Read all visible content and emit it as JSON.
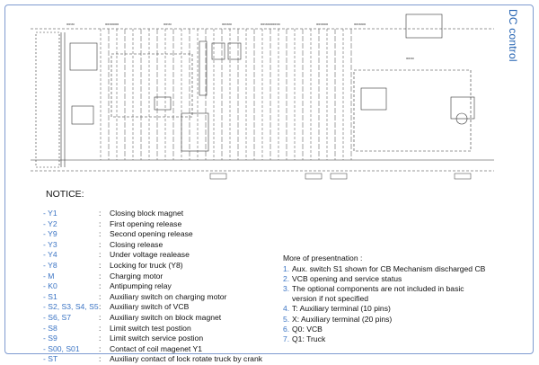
{
  "side_title": "DC control",
  "notice_title": "NOTICE:",
  "legend": [
    {
      "code": "- Y1",
      "desc": "Closing block magnet"
    },
    {
      "code": "- Y2",
      "desc": "First opening release"
    },
    {
      "code": "- Y9",
      "desc": "Second opening release"
    },
    {
      "code": "- Y3",
      "desc": "Closing release"
    },
    {
      "code": "- Y4",
      "desc": "Under voltage realease"
    },
    {
      "code": "- Y8",
      "desc": "Locking for truck (Y8)"
    },
    {
      "code": "- M",
      "desc": "Charging motor"
    },
    {
      "code": "- K0",
      "desc": "Antipumping relay"
    },
    {
      "code": "- S1",
      "desc": "Auxiliary switch on charging motor"
    },
    {
      "code": "- S2, S3, S4, S5",
      "desc": "Auxiliary switch of VCB"
    },
    {
      "code": "- S6, S7",
      "desc": "Auxiliary switch on block magnet"
    },
    {
      "code": "- S8",
      "desc": "Limit switch test postion"
    },
    {
      "code": "- S9",
      "desc": "Limit switch service postion"
    },
    {
      "code": "- S00, S01",
      "desc": "Contact of coil magenet Y1"
    },
    {
      "code": "- ST",
      "desc": "Auxiliary contact of lock rotate truck by crank"
    }
  ],
  "presentation": {
    "title": "More of presentnation :",
    "items": [
      {
        "num": "1.",
        "text": "Aux. switch S1 shown for CB Mechanism discharged CB"
      },
      {
        "num": "2.",
        "text": "VCB opening and service status"
      },
      {
        "num": "3.",
        "text": "The optional components are not included in basic\nversion if not specified"
      },
      {
        "num": "4.",
        "text": "T: Auxiliary terminal (10 pins)"
      },
      {
        "num": "5.",
        "text": "X: Auxiliary terminal (20 pins)"
      },
      {
        "num": "6.",
        "text": "Q0: VCB"
      },
      {
        "num": "7.",
        "text": "Q1: Truck"
      }
    ]
  },
  "colors": {
    "accent": "#3b74c4",
    "title_blue": "#1f5fb0",
    "frame": "#7f9bd0",
    "line": "#333333"
  }
}
